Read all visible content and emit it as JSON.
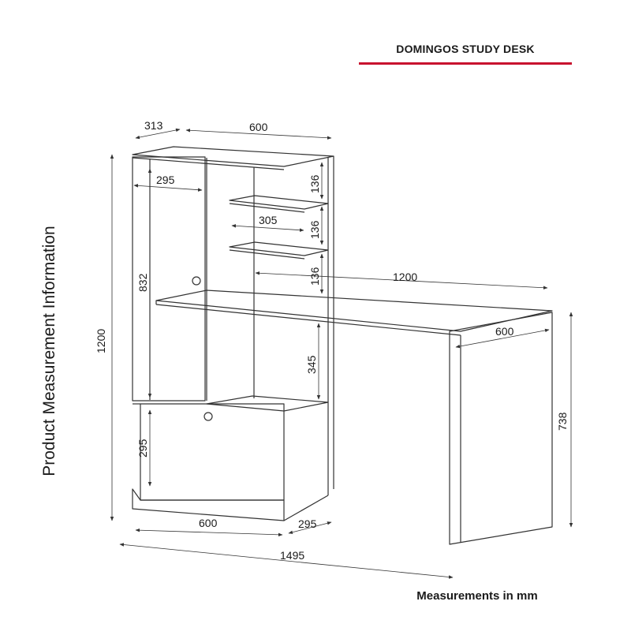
{
  "title": "DOMINGOS STUDY DESK",
  "side_title": "Product Measurement Information",
  "footer": "Measurements in mm",
  "accent_color": "#c8102e",
  "dimensions": {
    "top_depth": "313",
    "top_width": "600",
    "door_inner_width": "295",
    "shelf_gap_1": "136",
    "shelf_width": "305",
    "shelf_gap_2": "136",
    "shelf_gap_3": "136",
    "door_height": "832",
    "desk_length": "1200",
    "desk_depth": "600",
    "total_height": "1200",
    "niche_height": "345",
    "drawer_height": "295",
    "leg_height": "738",
    "base_width": "600",
    "base_depth": "295",
    "total_length": "1495"
  }
}
